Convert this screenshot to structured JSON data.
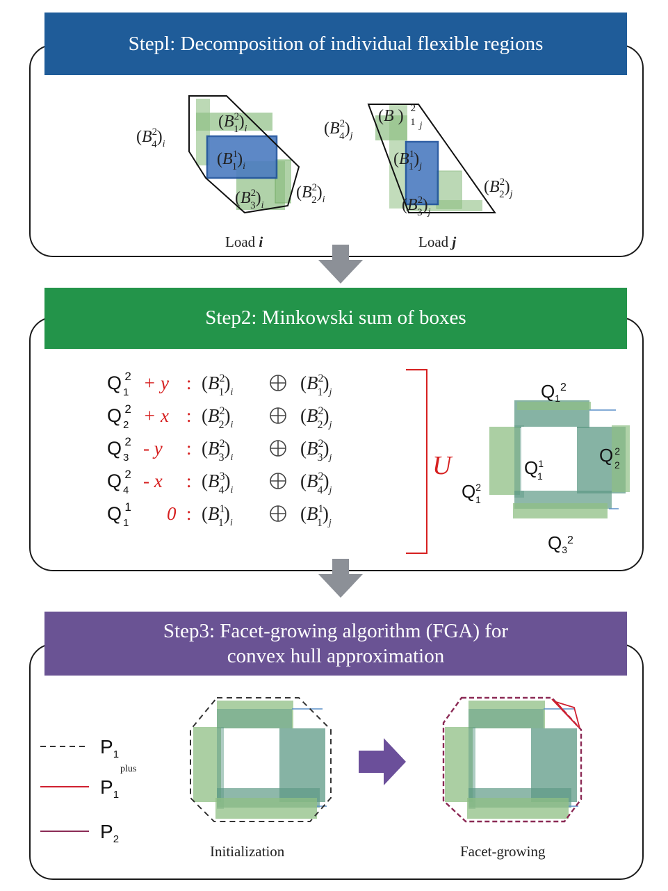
{
  "step1": {
    "title": "Stepl: Decomposition of individual flexible regions",
    "load_i_caption": "Load",
    "load_i_var": "i",
    "load_j_caption": "Load",
    "load_j_var": "j",
    "labels_i": [
      "(B42)i",
      "(B12)i",
      "(B11)i",
      "(B32)i",
      "(B22)i"
    ],
    "labels_j": [
      "(B42)j",
      "(B12)j",
      "(B11)j",
      "(B32)j",
      "(B22)j"
    ]
  },
  "step2": {
    "title": "Step2: Minkowski sum of boxes",
    "rows": [
      {
        "q": "Q",
        "q_sub": "1",
        "q_sup": "2",
        "op": "+ y",
        "a_sub": "1",
        "a_sup": "2",
        "b_sub": "1",
        "b_sup": "2"
      },
      {
        "q": "Q",
        "q_sub": "2",
        "q_sup": "2",
        "op": "+ x",
        "a_sub": "2",
        "a_sup": "2",
        "b_sub": "2",
        "b_sup": "2"
      },
      {
        "q": "Q",
        "q_sub": "3",
        "q_sup": "2",
        "op": "- y",
        "a_sub": "3",
        "a_sup": "2",
        "b_sub": "3",
        "b_sup": "2"
      },
      {
        "q": "Q",
        "q_sub": "4",
        "q_sup": "2",
        "op": "- x",
        "a_sub": "4",
        "a_sup": "3",
        "b_sub": "4",
        "b_sup": "2"
      },
      {
        "q": "Q",
        "q_sub": "1",
        "q_sup": "1",
        "op": "0",
        "a_sub": "1",
        "a_sup": "1",
        "b_sub": "1",
        "b_sup": "1"
      }
    ],
    "union_symbol": "U",
    "q_labels": {
      "top": "Q",
      "right": "Q",
      "center": "Q",
      "left": "Q",
      "bottom": "Q"
    }
  },
  "step3": {
    "title_line1": "Step3: Facet-growing algorithm (FGA) for",
    "title_line2": "convex hull approximation",
    "legend": [
      {
        "label": "P",
        "sub": "1",
        "sup": "",
        "style": "dashed",
        "color": "#333333"
      },
      {
        "label": "P",
        "sub": "1",
        "sup": "plus",
        "style": "solid",
        "color": "#d02030"
      },
      {
        "label": "P",
        "sub": "2",
        "sup": "",
        "style": "solid",
        "color": "#8b2a55"
      }
    ],
    "caption_left": "Initialization",
    "caption_right": "Facet-growing"
  },
  "colors": {
    "banner_blue": "#1f5c99",
    "banner_green": "#23944a",
    "banner_purple": "#6a5394",
    "box_green": "#8fbf84",
    "box_dark_green": "#5e9a86",
    "box_blue": "#4c7cc0",
    "arrow_gray": "#8c9097",
    "arrow_purple": "#6b4f9a"
  }
}
